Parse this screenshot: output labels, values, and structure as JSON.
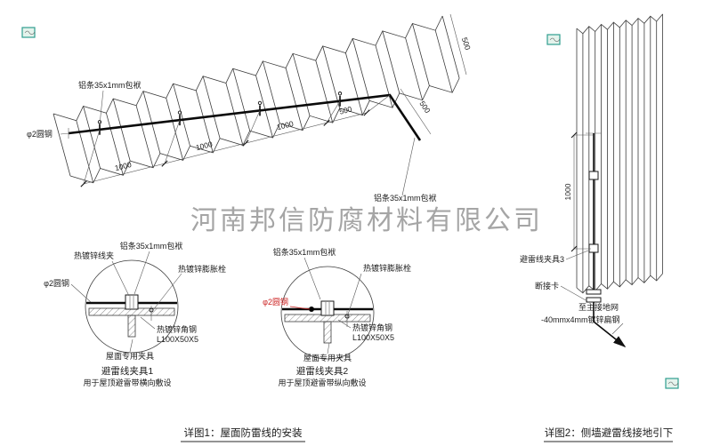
{
  "watermark": "河南邦信防腐材料有限公司",
  "roof": {
    "label_strip_top": "铝条35x1mm包袱",
    "label_rod": "φ2圆钢",
    "label_strip_right": "铝条35x1mm包袱",
    "dims": [
      "1000",
      "1000",
      "1000",
      "500"
    ],
    "dim_right_top": "500",
    "dim_right_mid": "500"
  },
  "detail1": {
    "label_wire_clamp": "热镀锌线夹",
    "label_strip": "铝条35x1mm包袱",
    "label_anchor": "热镀锌膨胀栓",
    "label_rod": "φ2圆钢",
    "label_angle": "热镀锌角钢",
    "label_angle_size": "L100X50X5",
    "label_fixture": "屋面专用夹具",
    "title": "避雷线夹具1",
    "subtitle": "用于屋顶避雷带横向敷设"
  },
  "detail2": {
    "label_strip": "铝条35x1mm包袱",
    "label_anchor": "热镀锌膨胀栓",
    "label_rod": "φ2圆钢",
    "label_angle": "热镀锌角钢",
    "label_angle_size": "L100X50X5",
    "label_fixture": "屋面专用夹具",
    "title": "避雷线夹具2",
    "subtitle": "用于屋顶避雷带纵向敷设"
  },
  "wall": {
    "dim": "1000",
    "label_clamp3": "避雷线夹具3",
    "label_breaker": "断接卡",
    "label_ground": "至主接地网",
    "label_steel": "-40mmx4mm镀锌扁钢"
  },
  "captions": {
    "detail1": "详图1：屋面防雷线的安装",
    "detail2": "详图2：侧墙避雷线接地引下"
  },
  "colors": {
    "accent_red": "#cc2222",
    "marker_green": "#2f9e8f",
    "watermark_gray": "#8f8f8f"
  }
}
